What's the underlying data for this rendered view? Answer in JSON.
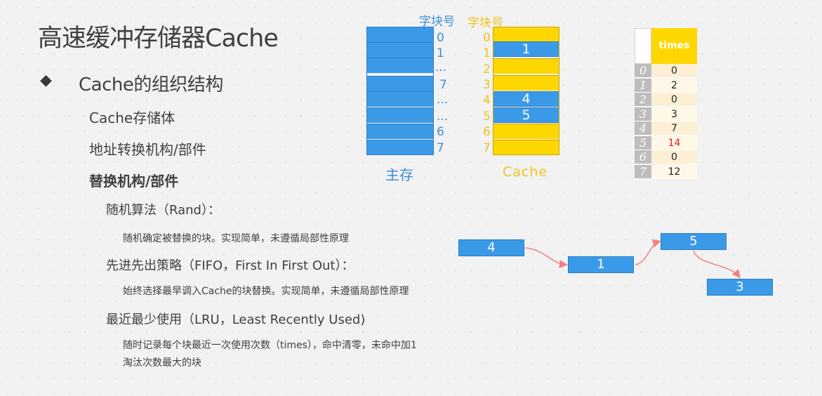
{
  "title": "高速缓冲存储器Cache",
  "section": {
    "bullet": "◆",
    "text": "Cache的组织结构"
  },
  "outline": {
    "cache_storage": "Cache存储体",
    "address_translation": "地址转换机构/部件",
    "replacement": "替换机构/部件",
    "rand_title": "随机算法（Rand）：",
    "rand_desc": "随机确定被替换的块。实现简单，未遵循局部性原理",
    "fifo_title": "先进先出策略（FIFO，First In First Out）：",
    "fifo_desc": "始终选择最早调入Cache的块替换。实现简单，未遵循局部性原理",
    "lru_title": "最近最少使用（LRU，Least Recently Used)",
    "lru_desc1": "随时记录每个块最近一次使用次数（times），命中清零，未命中加1",
    "lru_desc2": "淘汰次数最大的块"
  },
  "main_memory": {
    "header": "字块号",
    "label": "主存",
    "indices": [
      "0",
      "1",
      "...",
      "7",
      "...",
      "...",
      "6",
      "7"
    ]
  },
  "cache": {
    "header": "字块号",
    "label": "Cache",
    "indices": [
      "0",
      "1",
      "2",
      "3",
      "4",
      "5",
      "6",
      "7"
    ],
    "loaded": {
      "row1": "1",
      "row4": "4",
      "row5": "5"
    }
  },
  "times_table": {
    "header": "times",
    "rows": [
      {
        "idx": "0",
        "val": "0"
      },
      {
        "idx": "1",
        "val": "2"
      },
      {
        "idx": "2",
        "val": "0"
      },
      {
        "idx": "3",
        "val": "3"
      },
      {
        "idx": "4",
        "val": "7"
      },
      {
        "idx": "5",
        "val": "14"
      },
      {
        "idx": "6",
        "val": "0"
      },
      {
        "idx": "7",
        "val": "12"
      }
    ],
    "highlight_color": "#e02020"
  },
  "sequence": [
    "4",
    "1",
    "5",
    "3"
  ],
  "colors": {
    "blue": "#3b9ae8",
    "yellow": "#ffd700",
    "arrow": "#f08080"
  }
}
